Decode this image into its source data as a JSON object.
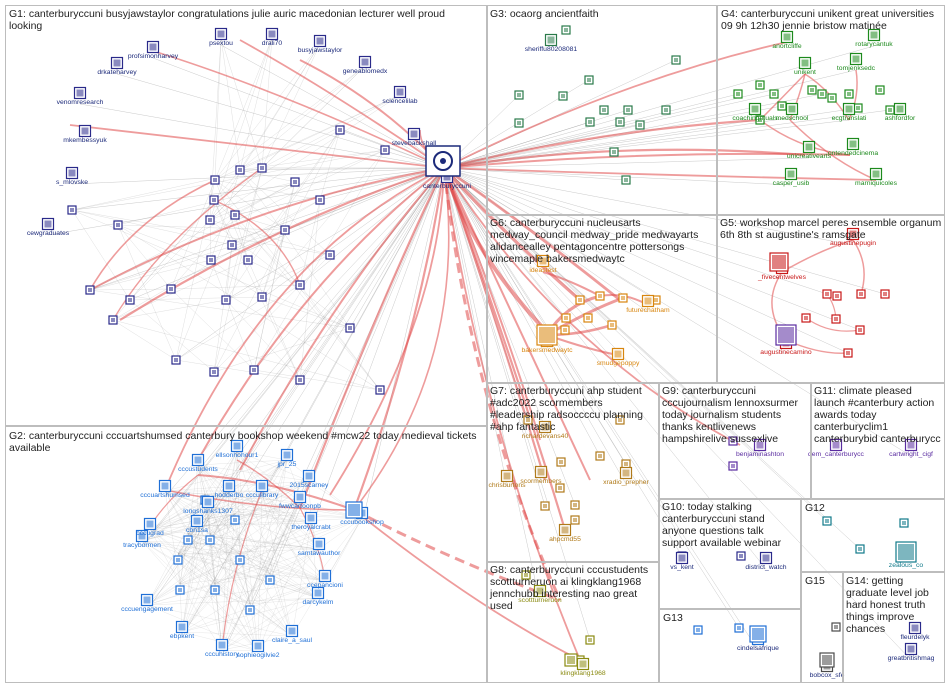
{
  "colors": {
    "edge_gray": "#8a8a8a",
    "edge_red": "#e04a4a",
    "label_navy": "#1c2a7a",
    "label_blue": "#1f6fd6",
    "label_green": "#1d8a1d",
    "label_orange": "#d8860f",
    "label_red": "#c81818",
    "label_purple": "#5a2ca0",
    "label_olive": "#8a8a10",
    "label_tan": "#b07a1a",
    "label_teal": "#127a8a",
    "label_maroon": "#8a1a3a"
  },
  "panels": [
    {
      "id": "G1",
      "title": "G1: canterburyccuni busyjawstaylor congratulations julie auric macedonian lecturer well proud looking"
    },
    {
      "id": "G2",
      "title": "G2: canterburyccuni cccuartshumsed canterbury bookshop weekend #mcw22 today medieval tickets available"
    },
    {
      "id": "G3",
      "title": "G3: ocaorg ancientfaith"
    },
    {
      "id": "G4",
      "title": "G4: canterburyccuni unikent great universities 09 9h 12h30 jennie bristow matinée"
    },
    {
      "id": "G5",
      "title": "G5: workshop marcel peres ensemble organum 6th 8th st augustine's ramsgate"
    },
    {
      "id": "G6",
      "title": "G6: canterburyccuni nucleusarts medway_council medway_pride medwayarts alidancealley pentagoncentre pottersongs vincemaple bakersmedwaytc"
    },
    {
      "id": "G7",
      "title": "G7: canterburyccuni ahp student #adc2022 scormembers #leadership radsoccccu planning #ahp fantastic"
    },
    {
      "id": "G8",
      "title": "G8: canterburyccuni cccustudents scottturneruon ai klingklang1968 jennchubb interesting nao great used"
    },
    {
      "id": "G9",
      "title": "G9: canterburyccuni cccujournalism lennoxsurmer today journalism students thanks kentlivenews hampshirelive sussexlive"
    },
    {
      "id": "G10",
      "title": "G10: today stalking canterburyccuni stand anyone questions talk support available webinar"
    },
    {
      "id": "G11",
      "title": "G11: climate pleased launch #canterbury action awards today canterburyclim1 canterburybid canterburycc"
    },
    {
      "id": "G12",
      "title": "G12"
    },
    {
      "id": "G13",
      "title": "G13"
    },
    {
      "id": "G14",
      "title": "G14: getting graduate level job hard honest truth things improve chances"
    },
    {
      "id": "G15",
      "title": "G15"
    }
  ],
  "labels": {
    "G1": [
      "psextou",
      "drali70",
      "profsimonharvey",
      "busyjawstaylor",
      "drkateharvey",
      "geneablomedx",
      "venomresearch",
      "sciencelilab",
      "stevebackshall",
      "mkembessyuk",
      "s_mlovske",
      "canterburyccuni",
      "cewgraduates"
    ],
    "G3": [
      "sheriffu80208081"
    ],
    "G4": [
      "rotarycantuk",
      "anortcliffe",
      "tomjenksedc",
      "unikent",
      "coachingrituals",
      "medschool",
      "ecgtranslati",
      "ashfordfor",
      "unicreativearts",
      "ontendedcinema",
      "casper_usib",
      "marniquicoles"
    ],
    "G5": [
      "augustinepugin",
      "_fivecentwelves",
      "augustinecamino"
    ],
    "G6": [
      "ideastest",
      "futurechatham",
      "bakersmedwaytc",
      "smudgepoppy"
    ],
    "G7": [
      "richardevans40",
      "chrisburtons",
      "scormembers",
      "xradio_prepher",
      "ahpcmd55"
    ],
    "G8": [
      "scottturneruon",
      "klingklang1968"
    ],
    "G9": [
      "benjaminashton"
    ],
    "G10": [
      "vs_kent",
      "district_watch"
    ],
    "G11": [
      "dem_canterburycc",
      "cartwright_cigf"
    ],
    "G12": [
      "zealous_co"
    ],
    "G13": [
      "cindelsafrique"
    ],
    "G14": [
      "fleurdelyk",
      "greatbritishmag"
    ],
    "G15": [
      "bobcox_sfe"
    ],
    "G2": [
      "ellsonhohour1",
      "jpr_25",
      "cccustudents",
      "2015scarney",
      "cccuartshumsed",
      "hodderbo",
      "cccullbrary",
      "fwwcartoonpb",
      "cccubookshop",
      "longshanks1307",
      "cccugrad",
      "cbn1sa",
      "theroyalcrabt",
      "samtawauthor",
      "tracybormen",
      "ccepancioni",
      "cccuengagement",
      "darcykelm",
      "ebpkent",
      "claire_a_saul",
      "cccuhistory",
      "sophieogilvie2"
    ]
  }
}
